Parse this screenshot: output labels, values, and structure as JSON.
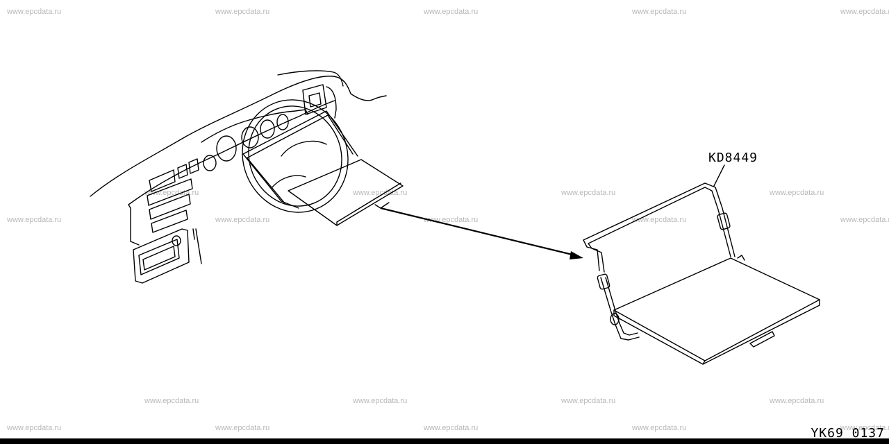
{
  "watermark_text": "www.epcdata.ru",
  "watermark_color": "#b8b8b8",
  "part_number": "KD8449",
  "diagram_code": "YK69 0137",
  "icons": {
    "dashboard": "dashboard-illustration-icon",
    "tray": "steering-wheel-tray-icon",
    "arrow": "pointer-arrow-icon"
  }
}
